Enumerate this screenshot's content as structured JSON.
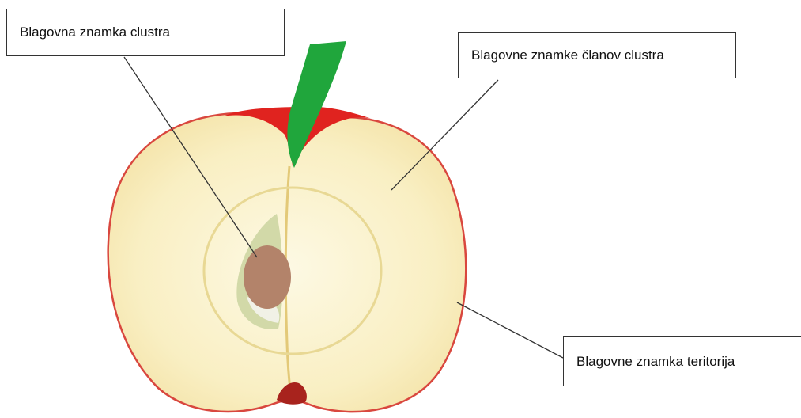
{
  "labels": {
    "cluster_brand": "Blagovna znamka clustra",
    "member_brands": "Blagovne znamke članov clustra",
    "territory_brand": "Blagovne znamka teritorija"
  },
  "colors": {
    "flesh": "#faf0c4",
    "flesh_light": "#fcf7dc",
    "skin": "#d9473e",
    "cap": "#e0231f",
    "stem": "#20a63c",
    "seed": "#b3836a",
    "seed_cavity": "#c9d39e",
    "calyx": "#a8231d",
    "leader": "#333333"
  }
}
